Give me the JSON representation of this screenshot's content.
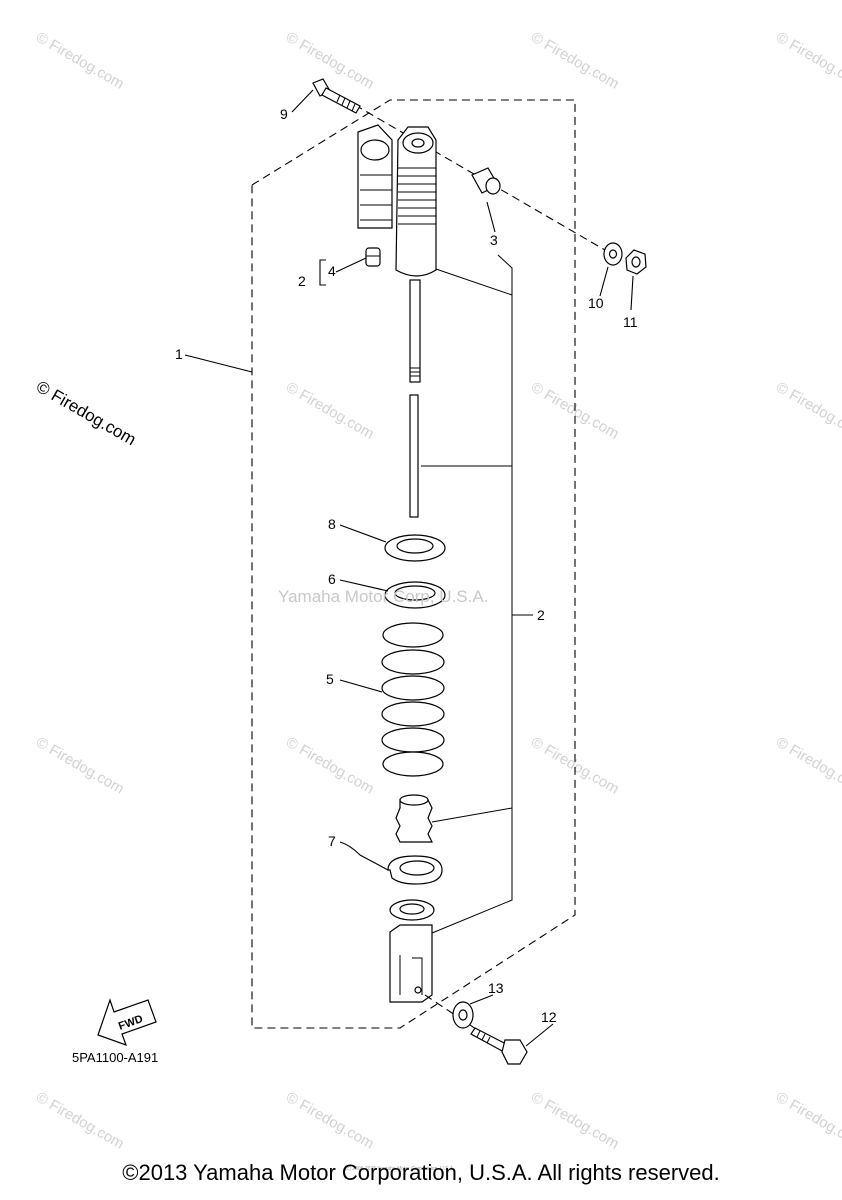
{
  "callouts": {
    "c1": "1",
    "c2a": "2",
    "c2b": "2",
    "c3": "3",
    "c4": "4",
    "c5": "5",
    "c6": "6",
    "c7": "7",
    "c8": "8",
    "c9": "9",
    "c10": "10",
    "c11": "11",
    "c12": "12",
    "c13": "13"
  },
  "diagram_code": "5PA1100-A191",
  "fwd_label": "FWD",
  "center_watermark": "Yamaha Motor Corp, U.S.A.",
  "watermark_text": "© Firedog.com",
  "small_notice": "(c) 2005-2015 Yamaha Motor Corporation, U.S.A.",
  "copyright": "©2013 Yamaha Motor Corporation, U.S.A. All rights reserved."
}
